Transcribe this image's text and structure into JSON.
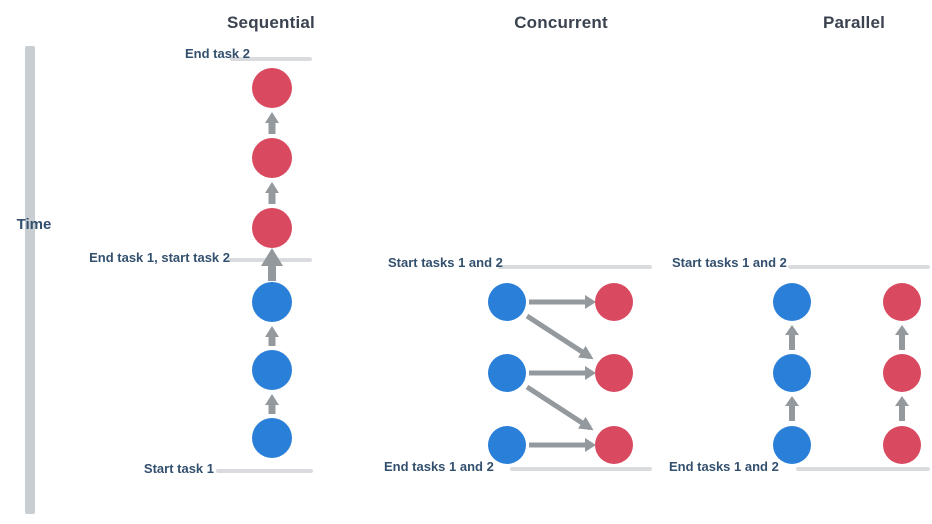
{
  "colors": {
    "background": "#ffffff",
    "task1_blue": "#2a7fd8",
    "task2_red": "#d9495f",
    "arrow_gray": "#94999e",
    "rule_gray": "#d9dbde",
    "time_bar_gray": "#c9ced3",
    "heading_text": "#3b4350",
    "label_text": "#33506e"
  },
  "time_axis": {
    "label": "Time"
  },
  "columns": [
    {
      "title": "Sequential",
      "top_label": "End task 2",
      "middle_label": "End task 1, start task 2",
      "bottom_label": "Start task 1",
      "task1_node_count": 3,
      "task2_node_count": 3
    },
    {
      "title": "Concurrent",
      "top_label": "Start tasks 1 and 2",
      "bottom_label": "End tasks 1 and 2",
      "task1_node_count": 3,
      "task2_node_count": 3
    },
    {
      "title": "Parallel",
      "top_label": "Start tasks 1 and 2",
      "bottom_label": "End tasks 1 and 2",
      "task1_node_count": 3,
      "task2_node_count": 3
    }
  ]
}
